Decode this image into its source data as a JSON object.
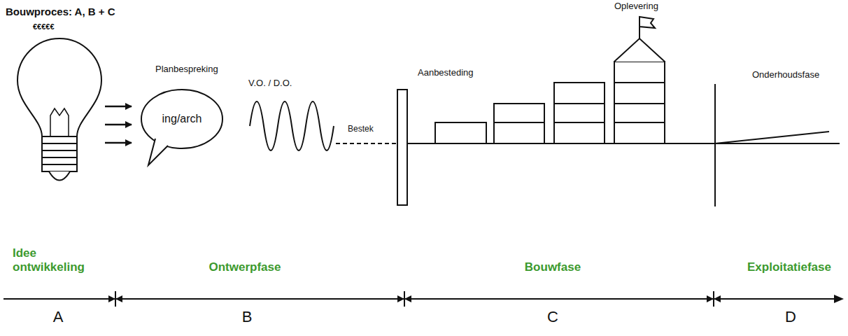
{
  "diagram": {
    "title": "Bouwproces: A, B + C",
    "nodes": [
      {
        "text": [
          "ing/arch"
        ]
      }
    ],
    "labels": [
      "€€€€€",
      "Planbespreking",
      "V.O. / D.O.",
      "Bestek",
      "Aanbesteding",
      "Oplevering",
      "Onderhoudsfase",
      "Idee ontwikkeling",
      "Ontwerpfase",
      "Bouwfase",
      "Exploitatiefase",
      "A",
      "B",
      "C",
      "D"
    ]
  }
}
